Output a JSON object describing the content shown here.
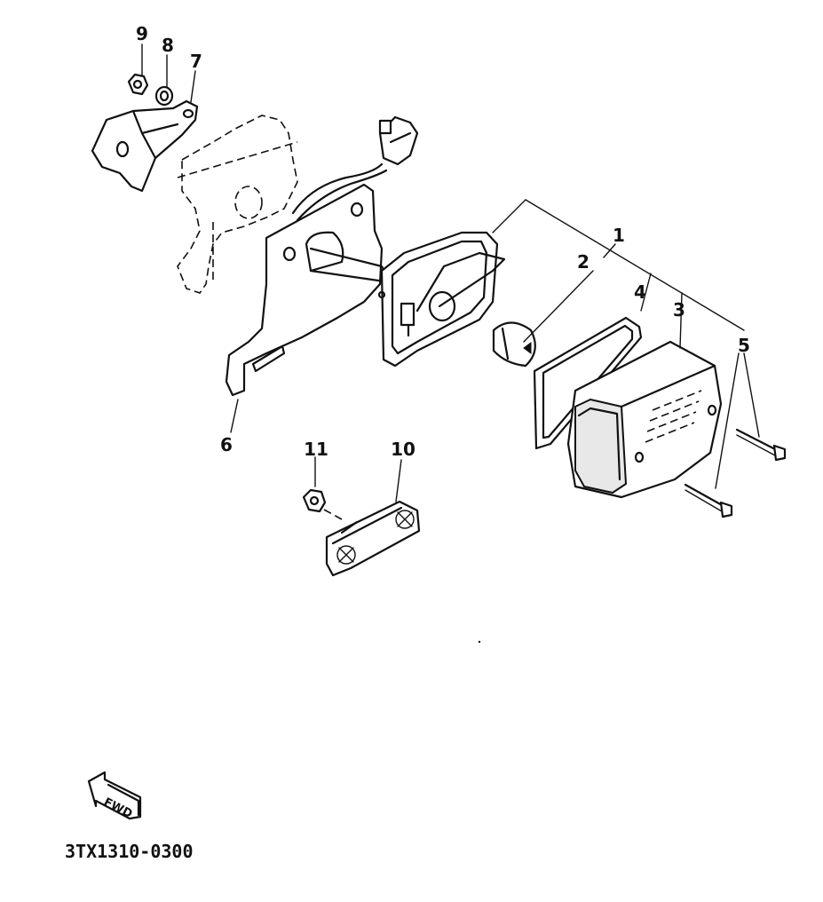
{
  "diagram": {
    "part_numbers": {
      "p1": "1",
      "p2": "2",
      "p3": "3",
      "p4": "4",
      "p5": "5",
      "p6": "6",
      "p7": "7",
      "p8": "8",
      "p9": "9",
      "p10": "10",
      "p11": "11"
    },
    "fwd_label": "FWD",
    "drawing_code": "3TX1310-0300"
  }
}
